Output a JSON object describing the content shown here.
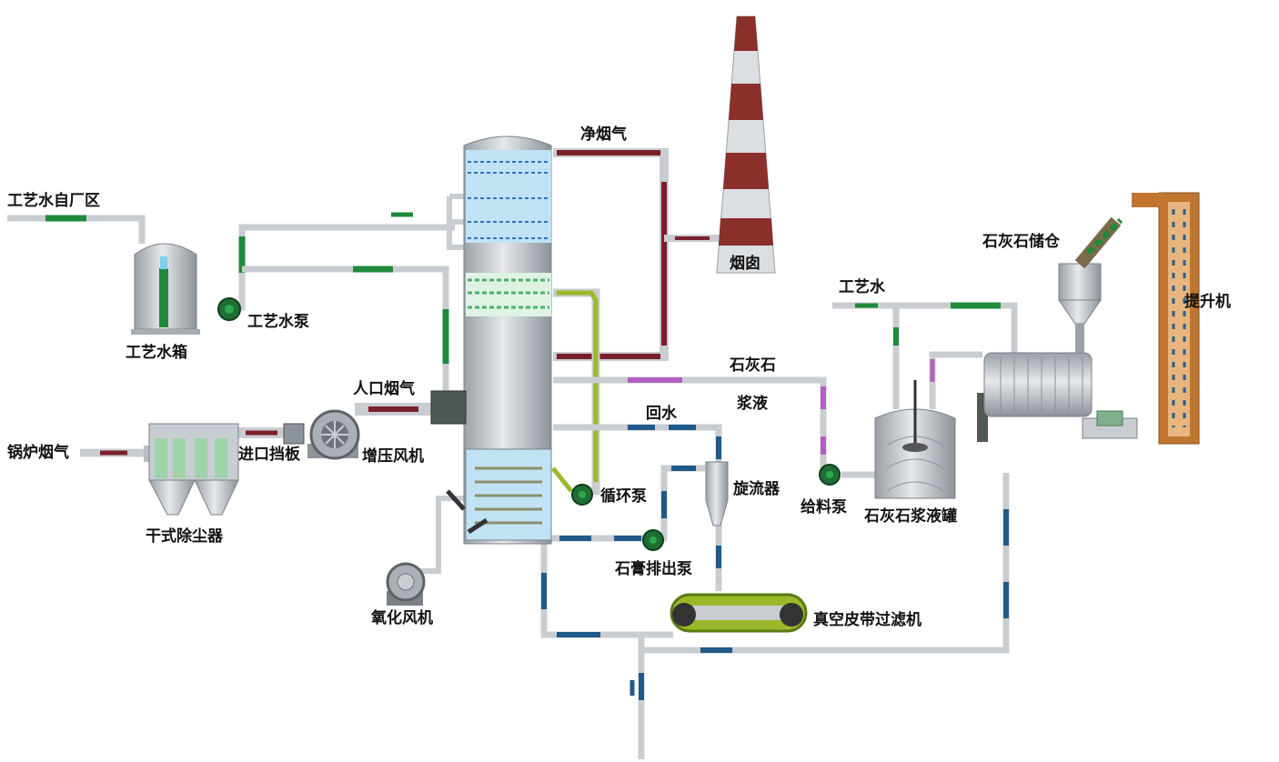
{
  "labels": {
    "process_water_from_plant": "工艺水自厂区",
    "process_water_tank": "工艺水箱",
    "process_water_pump": "工艺水泵",
    "boiler_flue_gas": "锅炉烟气",
    "dry_dust_collector": "干式除尘器",
    "inlet_damper": "进口挡板",
    "booster_fan": "增压风机",
    "inlet_flue_gas": "人口烟气",
    "clean_flue_gas": "净烟气",
    "chimney": "烟囱",
    "oxidation_fan": "氧化风机",
    "circulation_pump": "循环泵",
    "gypsum_discharge_pump": "石膏排出泵",
    "return_water": "回水",
    "cyclone": "旋流器",
    "vacuum_belt_filter": "真空皮带过滤机",
    "limestone": "石灰石",
    "slurry": "浆液",
    "feed_pump": "给料泵",
    "limestone_slurry_tank": "石灰石浆液罐",
    "process_water": "工艺水",
    "limestone_silo": "石灰石储仓",
    "elevator": "提升机"
  },
  "colors": {
    "water_line": "#1f8a3b",
    "flue_gas_line": "#7a1f2b",
    "slurry_line": "#b060c0",
    "gypsum_line": "#1f5a8a",
    "circulation_line": "#9ab82a",
    "equipment": "#b9bdc2",
    "absorber_spray": "#bfe3f5",
    "elevator": "#c0762f"
  }
}
